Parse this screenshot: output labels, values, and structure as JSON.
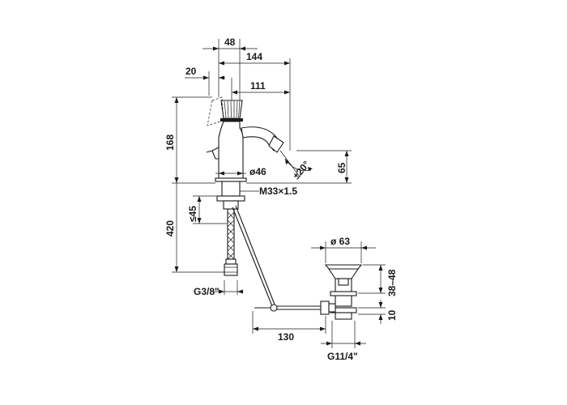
{
  "dimensions": {
    "d48": "48",
    "d144": "144",
    "d20": "20",
    "d111": "111",
    "d168": "168",
    "d65": "65",
    "angle": "±20°",
    "dia46": "ø46",
    "thread_m33": "M33×1.5",
    "max45": "≤45",
    "d420": "420",
    "g38": "G3/8\"",
    "dia63": "ø 63",
    "range3848": "38–48",
    "d10": "10",
    "d130": "130",
    "g114": "G11/4\""
  }
}
